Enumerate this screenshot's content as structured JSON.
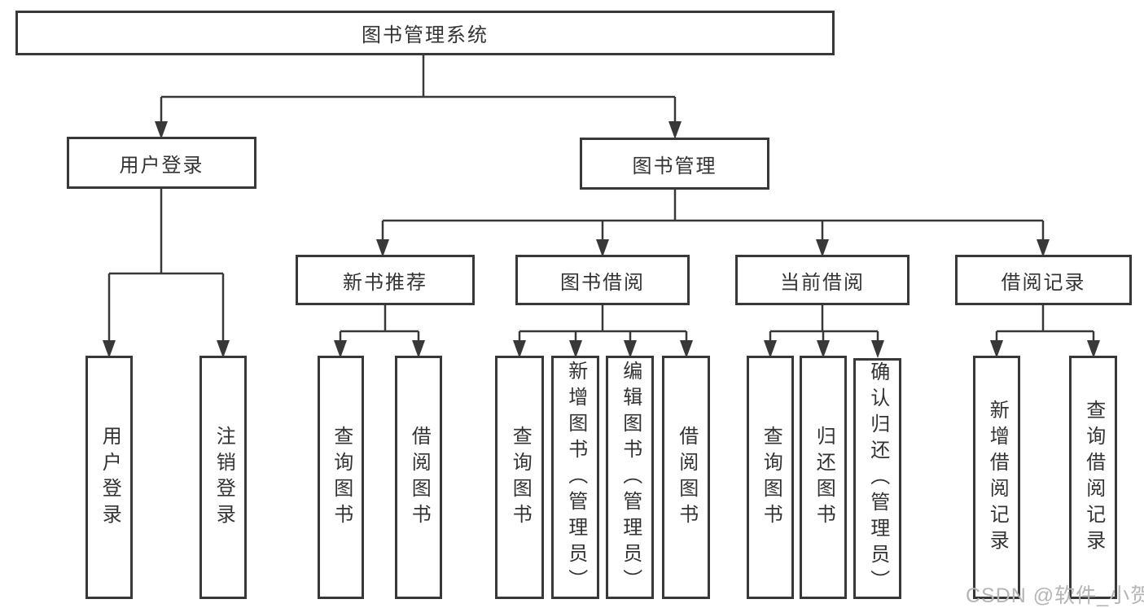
{
  "tree": {
    "label": "图书管理系统",
    "children": [
      {
        "label": "用户登录",
        "children": [
          {
            "label": "用户登录"
          },
          {
            "label": "注销登录"
          }
        ]
      },
      {
        "label": "图书管理",
        "children": [
          {
            "label": "新书推荐",
            "children": [
              {
                "label": "查询图书"
              },
              {
                "label": "借阅图书"
              }
            ]
          },
          {
            "label": "图书借阅",
            "children": [
              {
                "label": "查询图书"
              },
              {
                "label": "新增图书（管理员）"
              },
              {
                "label": "编辑图书（管理员）"
              },
              {
                "label": "借阅图书"
              }
            ]
          },
          {
            "label": "当前借阅",
            "children": [
              {
                "label": "查询图书"
              },
              {
                "label": "归还图书"
              },
              {
                "label": "确认归还（管理员）"
              }
            ]
          },
          {
            "label": "借阅记录",
            "children": [
              {
                "label": "新增借阅记录"
              },
              {
                "label": "查询借阅记录"
              }
            ]
          }
        ]
      }
    ]
  },
  "watermark": {
    "text": "CSDN @软件_小贺同学"
  },
  "colors": {
    "line": "#383838",
    "box_border": "#383838",
    "text": "#333333",
    "watermark": "#b5b5b5",
    "background": "#ffffff"
  }
}
